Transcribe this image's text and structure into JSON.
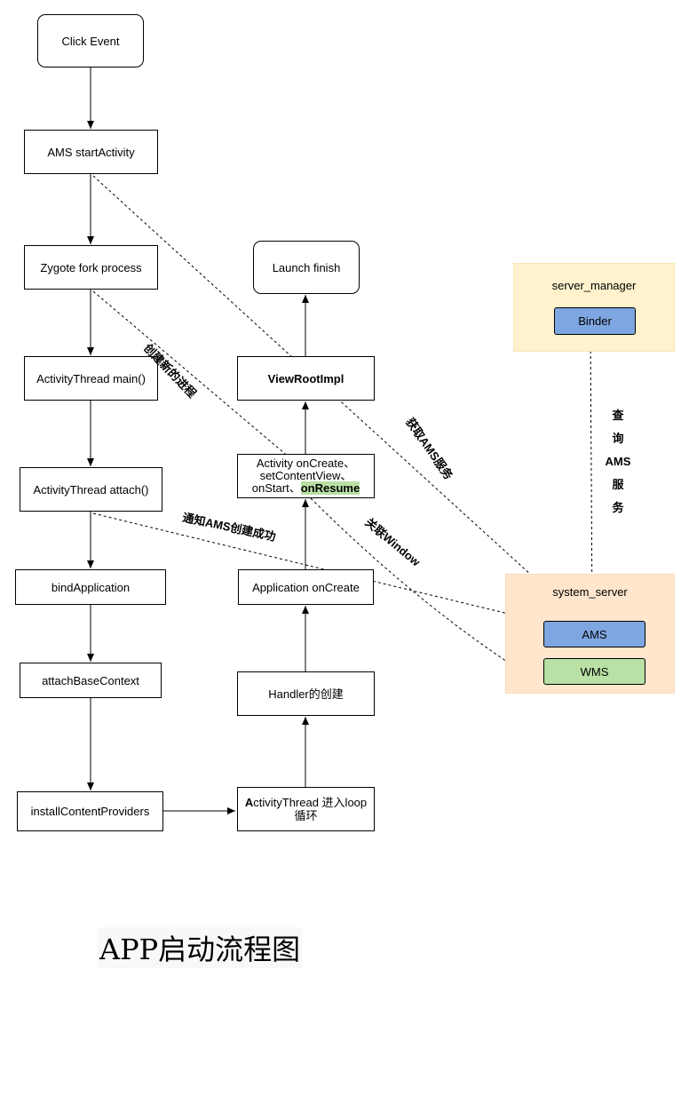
{
  "nodes": {
    "click_event": "Click Event",
    "ams_start": "AMS startActivity",
    "zygote": "Zygote fork process",
    "at_main": "ActivityThread main()",
    "at_attach": "ActivityThread attach()",
    "bind_app": "bindApplication",
    "attach_base": "attachBaseContext",
    "install_cp": "installContentProviders",
    "launch_finish": "Launch finish",
    "view_root": "ViewRootImpl",
    "activity_line1": "Activity onCreate、",
    "activity_line2": "setContentView、",
    "activity_line3a": "onStart、",
    "activity_line3b": "onResume",
    "app_oncreate": "Application onCreate",
    "handler": "Handler的创建",
    "loop_a": "A",
    "loop_b": "ctivityThread 进入loop",
    "loop_c": "循环"
  },
  "groups": {
    "server_manager": "server_manager",
    "binder": "Binder",
    "system_server": "system_server",
    "ams": "AMS",
    "wms": "WMS"
  },
  "edge_labels": {
    "create_process": "创建新的进程",
    "get_ams": "获取AMS服务",
    "notify_ams": "通知AMS创建成功",
    "bind_window": "关联Window",
    "query_chars": [
      "查",
      "询",
      "AMS",
      "服",
      "务"
    ]
  },
  "title": "APP启动流程图"
}
